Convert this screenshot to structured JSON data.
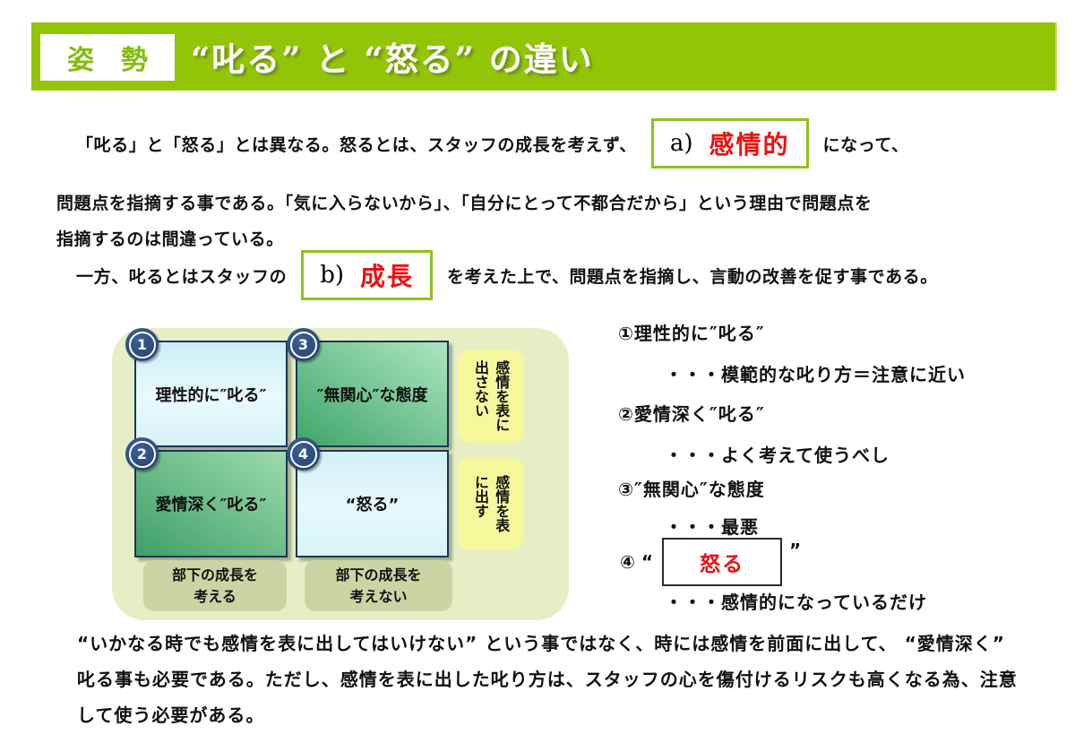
{
  "colors": {
    "banner_green": "#92C408",
    "box_border_green": "#8DC21E",
    "highlight_red": "#EE1010",
    "quad_border_navy": "#17375E",
    "matrix_bg": "#E7EEC6",
    "side_label_yellow": "#F5F99C",
    "bottom_label_olive": "#CDD4A4"
  },
  "header": {
    "tag": "姿　勢",
    "title": "“叱る” と “怒る” の違い"
  },
  "intro": {
    "line1_pre": "「叱る」と「怒る」とは異なる。怒るとは、スタッフの成長を考えず、",
    "box_a_prefix": "a)",
    "box_a_text": "感情的",
    "line1_post": "になって、",
    "line2": "問題点を指摘する事である。「気に入らないから」、「自分にとって不都合だから」という理由で問題点を",
    "line3": "指摘するのは間違っている。",
    "line4_pre": "一方、叱るとはスタッフの",
    "box_b_prefix": "b)",
    "box_b_text": "成長",
    "line4_post": "を考えた上で、問題点を指摘し、言動の改善を促す事である。"
  },
  "matrix": {
    "quadrants": [
      {
        "num": "1",
        "label": "理性的に″叱る″"
      },
      {
        "num": "2",
        "label": "愛情深く″叱る″"
      },
      {
        "num": "3",
        "label": "″無関心″な態度"
      },
      {
        "num": "4",
        "label": "“怒る”"
      }
    ],
    "side_labels": [
      {
        "text": "感情を表に\n出さない"
      },
      {
        "text": "感情を表\nに出す"
      }
    ],
    "bottom_labels": [
      {
        "text": "部下の成長を\n考える"
      },
      {
        "text": "部下の成長を\n考えない"
      }
    ]
  },
  "notes": [
    {
      "title": "①理性的に″叱る″",
      "desc": "・・・模範的な叱り方＝注意に近い"
    },
    {
      "title": "②愛情深く″叱る″",
      "desc": "・・・よく考えて使うべし"
    },
    {
      "title": "③″無関心″な態度",
      "desc": "・・・最悪"
    },
    {
      "title_pre": "④ “",
      "box_text": "怒る",
      "title_post": "”",
      "desc": "・・・感情的になっているだけ"
    }
  ],
  "footer": {
    "line1": "“いかなる時でも感情を表に出してはいけない” という事ではなく、時には感情を前面に出して、 “愛情深く”",
    "line2": "叱る事も必要である。ただし、感情を表に出した叱り方は、スタッフの心を傷付けるリスクも高くなる為、注意",
    "line3": "して使う必要がある。"
  }
}
